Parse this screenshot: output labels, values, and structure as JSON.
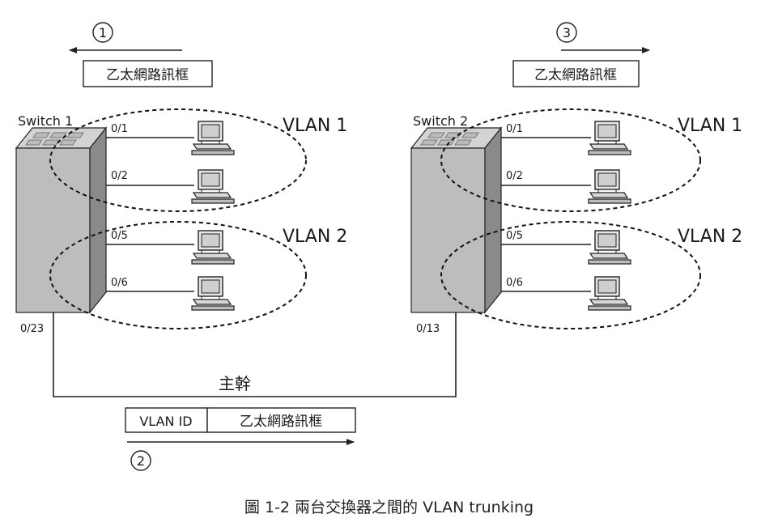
{
  "switches": [
    {
      "name": "Switch 1",
      "ports": [
        "0/1",
        "0/2",
        "0/5",
        "0/6"
      ],
      "trunk_port": "0/23"
    },
    {
      "name": "Switch 2",
      "ports": [
        "0/1",
        "0/2",
        "0/5",
        "0/6"
      ],
      "trunk_port": "0/13"
    }
  ],
  "vlans": [
    "VLAN 1",
    "VLAN 2"
  ],
  "frames": {
    "ethernet_frame": "乙太網路訊框",
    "vlan_id": "VLAN ID"
  },
  "trunk_label": "主幹",
  "steps": [
    "1",
    "2",
    "3"
  ],
  "caption": "圖 1-2  兩台交換器之間的 VLAN trunking"
}
